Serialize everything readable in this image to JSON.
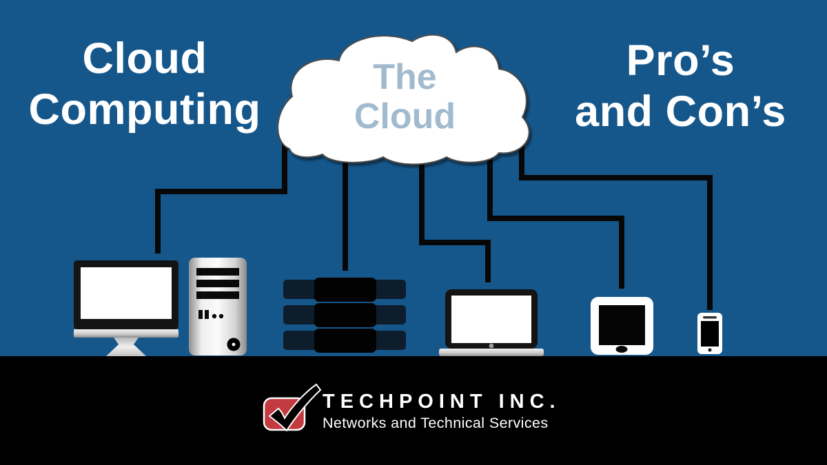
{
  "colors": {
    "background": "#15578B",
    "footer_bar": "#000000",
    "cloud_fill": "#FFFFFF",
    "cloud_outline": "#4E4E4E",
    "cloud_label_text": "#A2BACE",
    "connector_line": "#070707",
    "title_text": "#FFFFFF",
    "logo_red": "#C23B41"
  },
  "titles": {
    "left_line1": "Cloud",
    "left_line2": "Computing",
    "right_line1": "Pro’s",
    "right_line2": "and Con’s"
  },
  "cloud": {
    "label_line1": "The",
    "label_line2": "Cloud"
  },
  "footer": {
    "company": "TECHPOINT INC.",
    "tagline": "Networks and Technical Services"
  },
  "icons": {
    "cloud": "cloud-icon",
    "desktop": "desktop-computer-icon",
    "tower": "tower-pc-icon",
    "server": "server-rack-icon",
    "laptop": "laptop-icon",
    "tablet": "tablet-icon",
    "phone": "smartphone-icon",
    "logo": "techpoint-checkmark-logo"
  }
}
